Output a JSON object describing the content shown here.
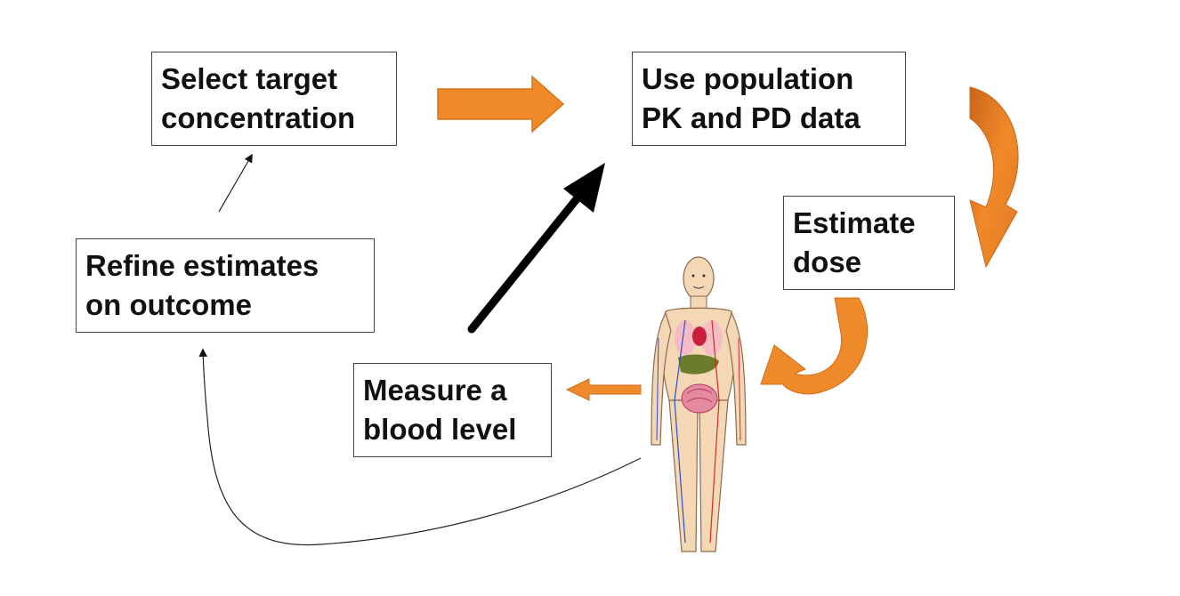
{
  "diagram": {
    "boxes": {
      "select_target": {
        "lines": [
          "Select target",
          "concentration"
        ]
      },
      "use_population": {
        "lines": [
          "Use population",
          "PK and PD data"
        ]
      },
      "estimate_dose": {
        "lines": [
          "Estimate",
          "dose"
        ]
      },
      "measure_blood": {
        "lines": [
          "Measure a",
          "blood level"
        ]
      },
      "refine_estimates": {
        "lines": [
          "Refine estimates",
          "on outcome"
        ]
      }
    },
    "colors": {
      "accent_orange": "#ef8a2a",
      "accent_orange_dark": "#c9651a",
      "arrow_black": "#000000",
      "box_border": "#444444"
    },
    "icons": [
      "human-anatomy-figure"
    ]
  }
}
